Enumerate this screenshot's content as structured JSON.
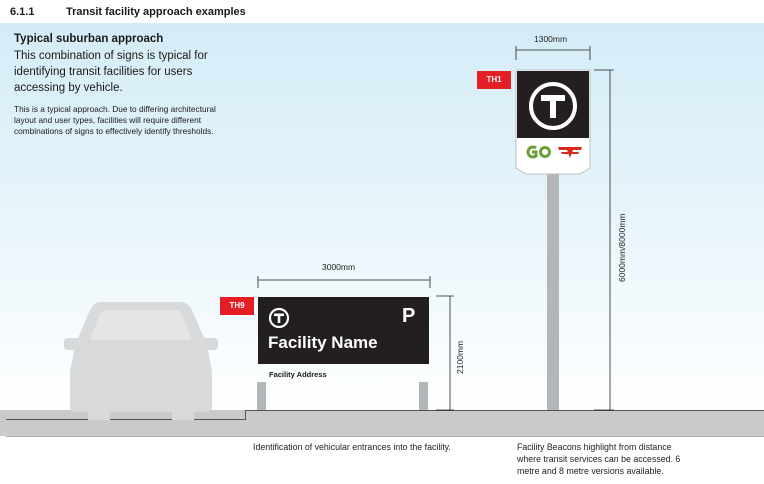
{
  "header": {
    "section_number": "6.1.1",
    "section_title": "Transit facility approach examples"
  },
  "intro": {
    "heading": "Typical suburban approach",
    "body": "This combination of signs is typical for identifying transit facilities for users accessing by vehicle.",
    "note": "This is a typical approach. Due to differing architectural layout and user types, facilities will require different combinations of signs to effectively identify thresholds."
  },
  "sign_th9": {
    "tag": "TH9",
    "width_label": "3000mm",
    "height_label": "2100mm",
    "facility_name": "Facility Name",
    "parking_letter": "P",
    "facility_address": "Facility Address",
    "caption": "Identification of vehicular entrances into the facility."
  },
  "sign_th1": {
    "tag": "TH1",
    "width_label": "1300mm",
    "height_label": "6000mm/8000mm",
    "caption": "Facility Beacons highlight from distance where transit services can be accessed. 6 metre and 8 metre versions available."
  },
  "colors": {
    "sign_black": "#231f20",
    "tag_red": "#e31e24",
    "go_green": "#6aa038",
    "ttc_red": "#da291c",
    "vehicle_grey": "#d7d9db",
    "post_grey": "#b3b6b8"
  },
  "icons": [
    "transit-t-icon",
    "go-transit-logo",
    "ttc-logo",
    "car-silhouette"
  ]
}
